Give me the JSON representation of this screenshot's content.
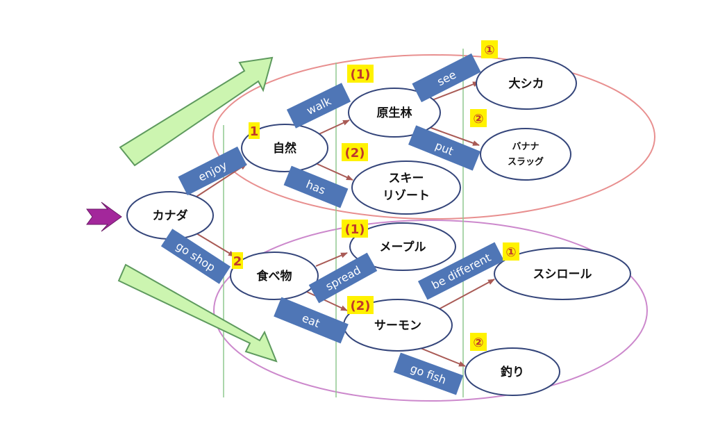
{
  "diagram": {
    "nodes": {
      "canada": "カナダ",
      "nature": "自然",
      "food": "食べ物",
      "forest": "原生林",
      "ski_line1": "スキー",
      "ski_line2": "リゾート",
      "deer": "大シカ",
      "slug_line1": "バナナ",
      "slug_line2": "スラッグ",
      "maple": "メープル",
      "salmon": "サーモン",
      "sushi": "スシロール",
      "fishing": "釣り"
    },
    "verbs": {
      "enjoy": "enjoy",
      "walk": "walk",
      "has": "has",
      "see": "see",
      "put": "put",
      "go_shop": "go shop",
      "spread": "spread",
      "eat": "eat",
      "be_different": "be different",
      "go_fish": "go fish"
    },
    "markers": {
      "nature_num": "1",
      "food_num": "2",
      "forest_num": "(1)",
      "ski_num": "(2)",
      "deer_num": "①",
      "slug_num": "②",
      "maple_num": "(1)",
      "salmon_num": "(2)",
      "sushi_num": "①",
      "fishing_num": "②"
    },
    "colors": {
      "node_border": "#34457a",
      "verb_box": "#4f76b6",
      "arrow": "#a95a55",
      "marker_bg": "#fff200",
      "upper_ellipse": "#e88f8f",
      "lower_ellipse": "#cc88cc",
      "big_arrow_fill": "#ccf5b0",
      "entry_arrow": "#a3279b",
      "guide_line": "#8fc98f"
    }
  }
}
